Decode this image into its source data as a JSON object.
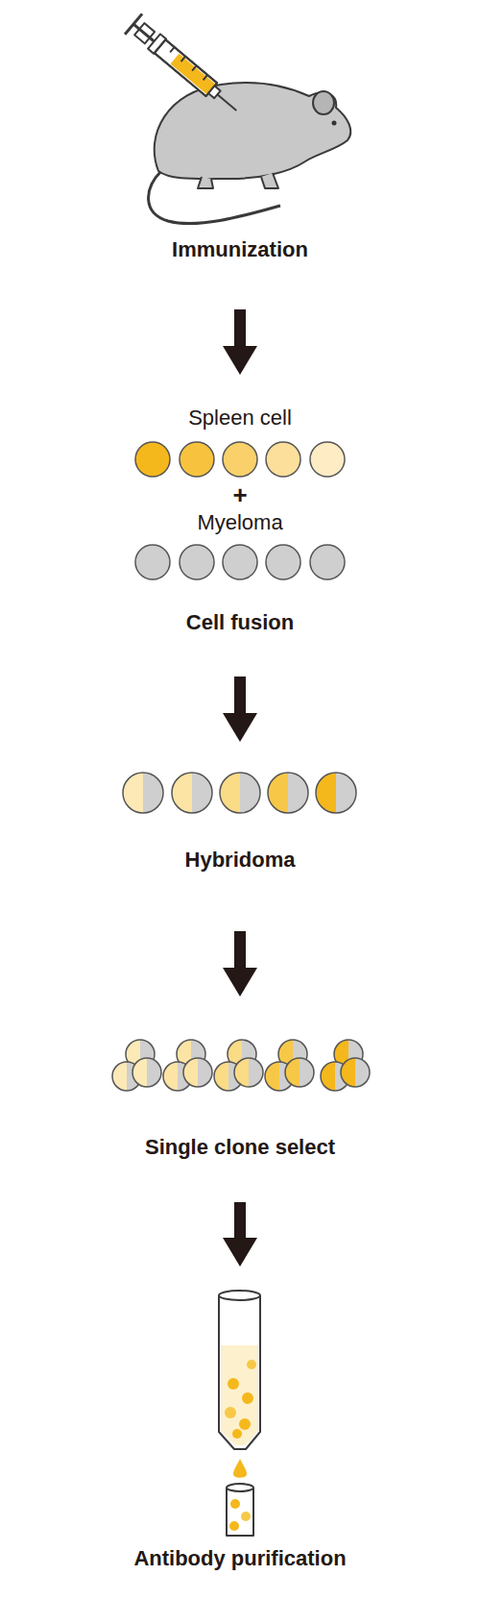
{
  "diagram": {
    "nodes": [
      {
        "text": [
          "Immunization"
        ]
      },
      {
        "text": [
          "Cell fusion"
        ]
      },
      {
        "text": [
          "Hybridoma"
        ]
      },
      {
        "text": [
          "Single clone select"
        ]
      },
      {
        "text": [
          "Antibody purification"
        ]
      }
    ],
    "edges": [
      {
        "from": 0,
        "to": 1,
        "arrow": "to"
      },
      {
        "from": 1,
        "to": 2,
        "arrow": "to"
      },
      {
        "from": 2,
        "to": 3,
        "arrow": "to"
      },
      {
        "from": 3,
        "to": 4,
        "arrow": "to"
      }
    ],
    "labels": [
      "Spleen cell",
      "+",
      "Myeloma"
    ]
  }
}
